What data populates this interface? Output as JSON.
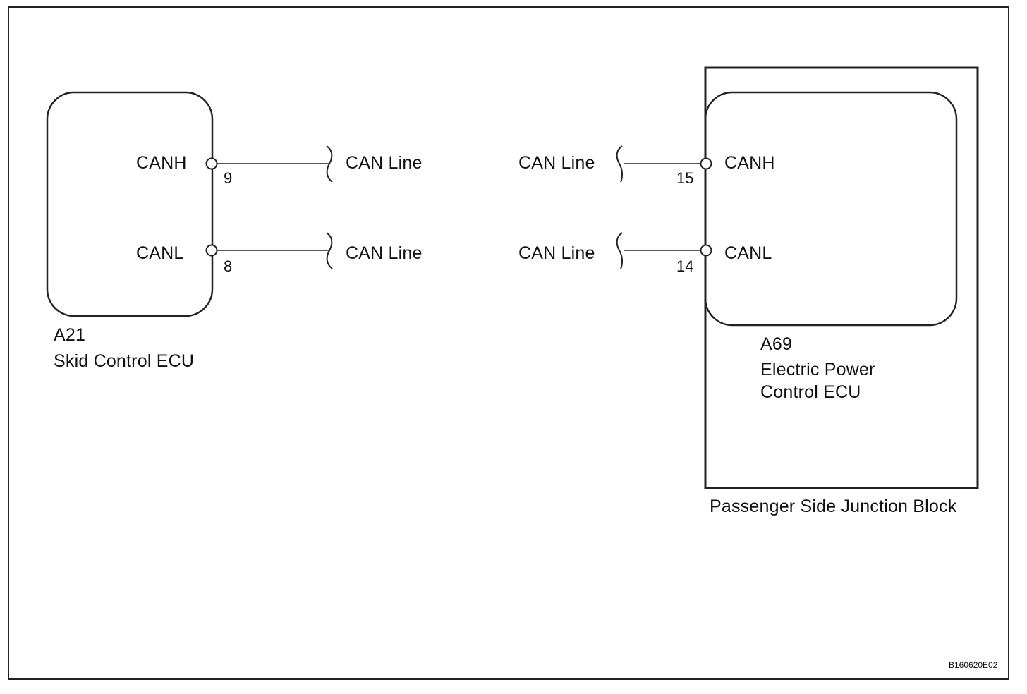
{
  "left_ecu": {
    "connector": "A21",
    "name": "Skid Control ECU",
    "canh_label": "CANH",
    "canl_label": "CANL",
    "canh_pin": "9",
    "canl_pin": "8"
  },
  "right_ecu": {
    "connector": "A69",
    "name_line1": "Electric Power",
    "name_line2": "Control ECU",
    "canh_label": "CANH",
    "canl_label": "CANL",
    "canh_pin": "15",
    "canl_pin": "14"
  },
  "junction_block": {
    "label": "Passenger Side Junction Block"
  },
  "lines": {
    "left_canh": "CAN Line",
    "left_canl": "CAN Line",
    "right_canh": "CAN Line",
    "right_canl": "CAN Line"
  },
  "figure_id": "B160620E02",
  "colors": {
    "line": "#222222",
    "background": "#ffffff"
  }
}
